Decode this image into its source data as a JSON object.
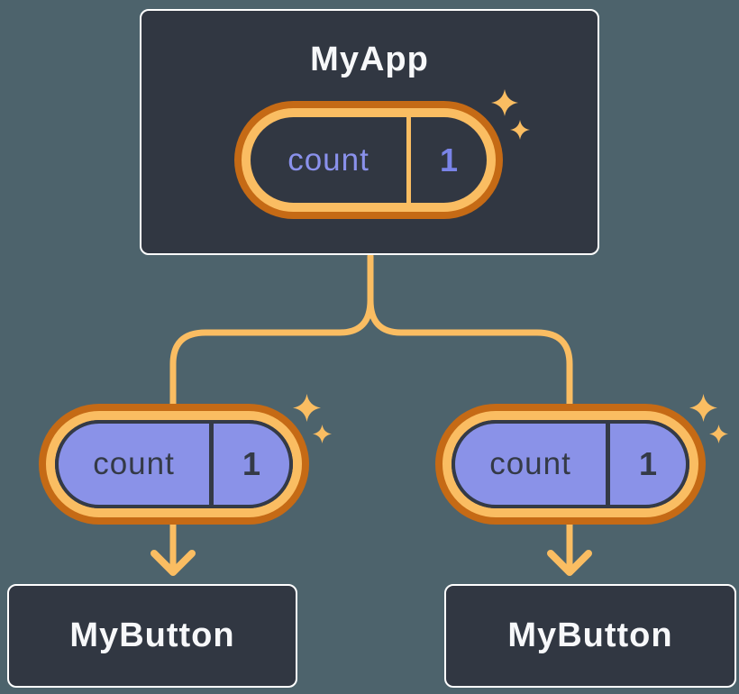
{
  "colors": {
    "background": "#4D636C",
    "card": "#313742",
    "card_border": "#FFFFFF",
    "orange_dark": "#C56A15",
    "orange_light": "#FABD62",
    "purple_fill": "#8A92E8",
    "purple_text": "#8A91EC",
    "dark_text": "#343A46"
  },
  "tree": {
    "root": {
      "title": "MyApp",
      "pill": {
        "label": "count",
        "value": "1"
      }
    },
    "children": [
      {
        "pill": {
          "label": "count",
          "value": "1"
        },
        "title": "MyButton"
      },
      {
        "pill": {
          "label": "count",
          "value": "1"
        },
        "title": "MyButton"
      }
    ]
  }
}
